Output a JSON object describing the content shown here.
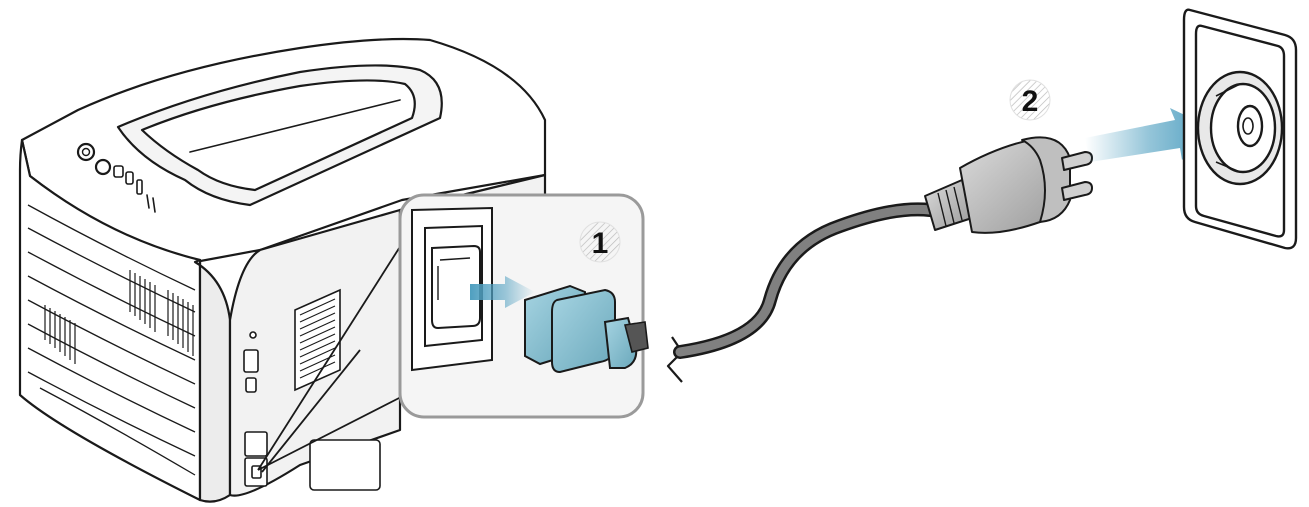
{
  "steps": [
    {
      "number": "1"
    },
    {
      "number": "2"
    }
  ],
  "colors": {
    "outline": "#1a1a1a",
    "body": "#ffffff",
    "shade": "#e6e6e6",
    "plug_blue": "#8fc6d6",
    "plug_blue_dark": "#5d9db1",
    "cable": "#7a7a7a",
    "arrow": "#4f9fc0"
  },
  "icons": {
    "printer": "laser-printer-illustration",
    "inset": "power-port-inset",
    "cable": "power-cord",
    "plug": "schuko-plug",
    "outlet": "wall-socket"
  }
}
